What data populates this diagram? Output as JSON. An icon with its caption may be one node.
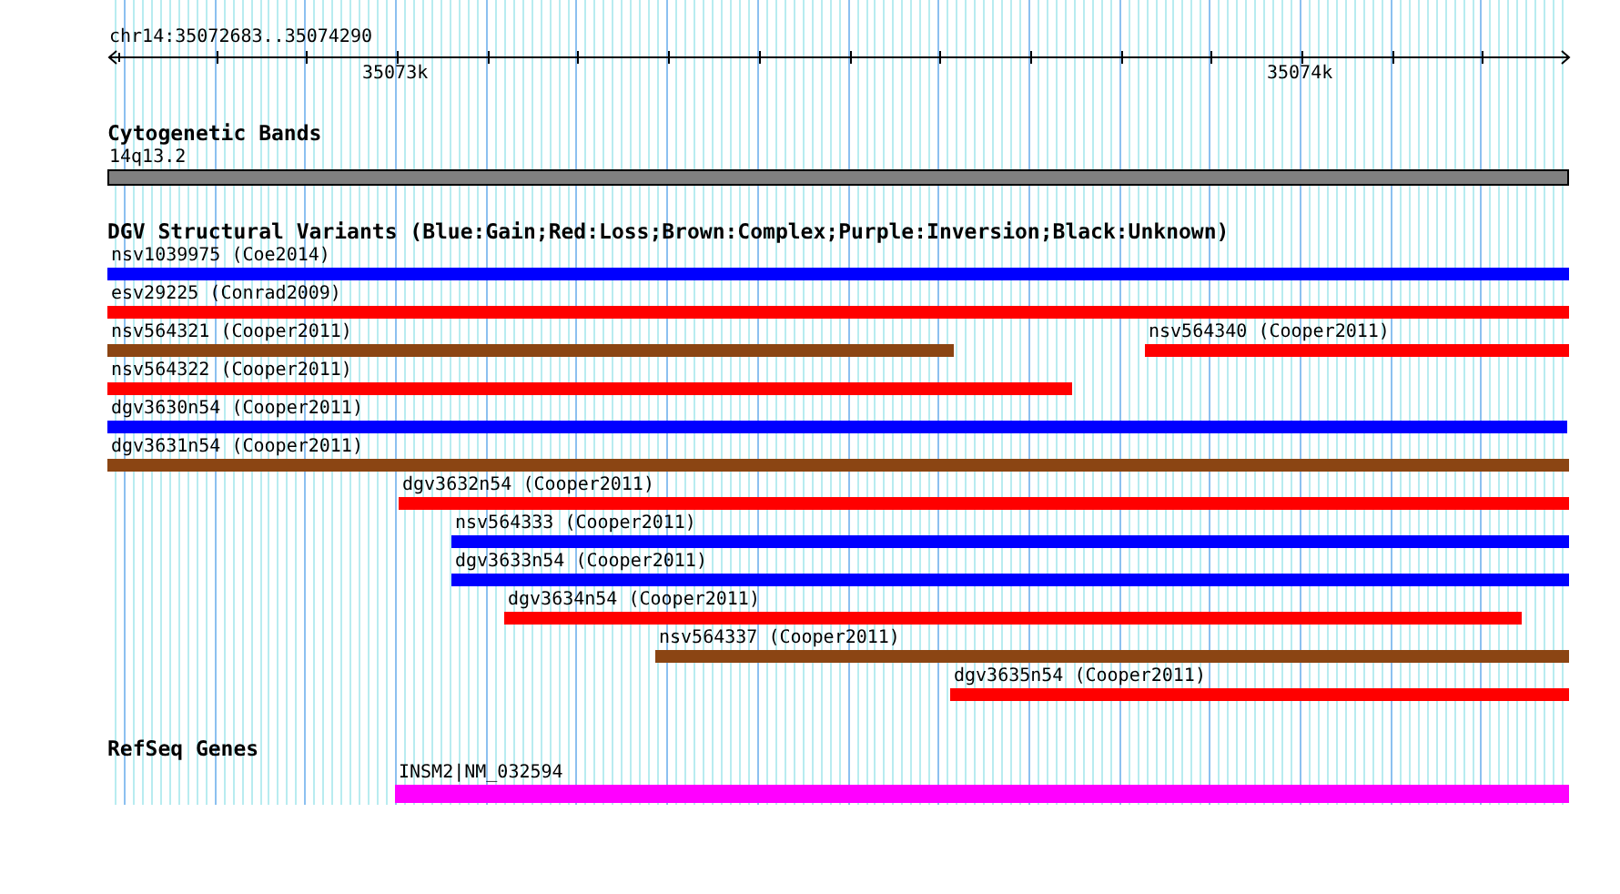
{
  "diagram": {
    "nodes": [
      {
        "text": [
          "14q13.2"
        ]
      },
      {
        "text": [
          "nsv1039975 (Coe2014)"
        ]
      },
      {
        "text": [
          "esv29225 (Conrad2009)"
        ]
      },
      {
        "text": [
          "nsv564321 (Cooper2011)"
        ]
      },
      {
        "text": [
          "nsv564340 (Cooper2011)"
        ]
      },
      {
        "text": [
          "nsv564322 (Cooper2011)"
        ]
      },
      {
        "text": [
          "dgv3630n54 (Cooper2011)"
        ]
      },
      {
        "text": [
          "dgv3631n54 (Cooper2011)"
        ]
      },
      {
        "text": [
          "dgv3632n54 (Cooper2011)"
        ]
      },
      {
        "text": [
          "nsv564333 (Cooper2011)"
        ]
      },
      {
        "text": [
          "dgv3633n54 (Cooper2011)"
        ]
      },
      {
        "text": [
          "dgv3634n54 (Cooper2011)"
        ]
      },
      {
        "text": [
          "nsv564337 (Cooper2011)"
        ]
      },
      {
        "text": [
          "dgv3635n54 (Cooper2011)"
        ]
      },
      {
        "text": [
          "INSM2|NM_032594"
        ]
      }
    ],
    "labels": [
      "chr14:35072683..35074290",
      "35073k",
      "35074k",
      "Cytogenetic Bands",
      "DGV Structural Variants (Blue:Gain;Red:Loss;Brown:Complex;Purple:Inversion;Black:Unknown)",
      "RefSeq Genes"
    ]
  }
}
